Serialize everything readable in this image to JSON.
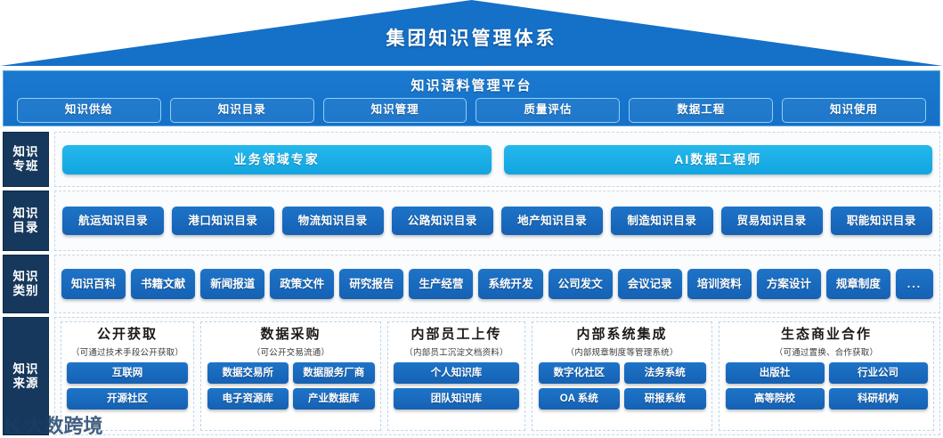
{
  "roof": {
    "title": "集团知识管理体系"
  },
  "platform": {
    "title": "知识语料管理平台",
    "buttons": [
      {
        "label": "知识供给"
      },
      {
        "label": "知识目录"
      },
      {
        "label": "知识管理"
      },
      {
        "label": "质量评估"
      },
      {
        "label": "数据工程"
      },
      {
        "label": "知识使用"
      }
    ]
  },
  "rows": {
    "team": {
      "label_top": "知识",
      "label_bottom": "专班"
    },
    "catalog": {
      "label_top": "知识",
      "label_bottom": "目录"
    },
    "category": {
      "label_top": "知识",
      "label_bottom": "类别"
    },
    "source": {
      "label_top": "知识",
      "label_bottom": "来源"
    }
  },
  "team_bars": [
    {
      "label": "业务领域专家"
    },
    {
      "label": "AI数据工程师"
    }
  ],
  "catalogs": [
    {
      "label": "航运知识目录"
    },
    {
      "label": "港口知识目录"
    },
    {
      "label": "物流知识目录"
    },
    {
      "label": "公路知识目录"
    },
    {
      "label": "地产知识目录"
    },
    {
      "label": "制造知识目录"
    },
    {
      "label": "贸易知识目录"
    },
    {
      "label": "职能知识目录"
    }
  ],
  "categories": [
    {
      "label": "知识百科"
    },
    {
      "label": "书籍文献"
    },
    {
      "label": "新闻报道"
    },
    {
      "label": "政策文件"
    },
    {
      "label": "研究报告"
    },
    {
      "label": "生产经营"
    },
    {
      "label": "系统开发"
    },
    {
      "label": "公司发文"
    },
    {
      "label": "会议记录"
    },
    {
      "label": "培训资料"
    },
    {
      "label": "方案设计"
    },
    {
      "label": "规章制度"
    },
    {
      "label": "..."
    }
  ],
  "sources": [
    {
      "title": "公开获取",
      "subtitle": "（可通过技术手段公开获取）",
      "items": [
        {
          "label": "互联网"
        },
        {
          "label": "开源社区"
        }
      ]
    },
    {
      "title": "数据采购",
      "subtitle": "（可公开交易流通）",
      "items": [
        {
          "label": "数据交易所"
        },
        {
          "label": "数据服务厂商"
        },
        {
          "label": "电子资源库"
        },
        {
          "label": "产业数据库"
        }
      ]
    },
    {
      "title": "内部员工上传",
      "subtitle": "（内部员工沉淀文档资料）",
      "items": [
        {
          "label": "个人知识库"
        },
        {
          "label": "团队知识库"
        }
      ]
    },
    {
      "title": "内部系统集成",
      "subtitle": "（内部规章制度等管理系统）",
      "items": [
        {
          "label": "数字化社区"
        },
        {
          "label": "法务系统"
        },
        {
          "label": "OA 系统"
        },
        {
          "label": "研报系统"
        }
      ]
    },
    {
      "title": "生态商业合作",
      "subtitle": "（可通过置换、合作获取）",
      "items": [
        {
          "label": "出版社"
        },
        {
          "label": "行业公司"
        },
        {
          "label": "高等院校"
        },
        {
          "label": "科研机构"
        }
      ]
    }
  ],
  "watermark": {
    "logo": "K",
    "text": "大数跨境"
  },
  "colors": {
    "roof_blue": "#1570C8",
    "cyan_bar": "#17B0E8",
    "button_blue": "#1E74C8",
    "sidebar_navy": "#16385C",
    "panel_bg": "#FAFCFE"
  }
}
